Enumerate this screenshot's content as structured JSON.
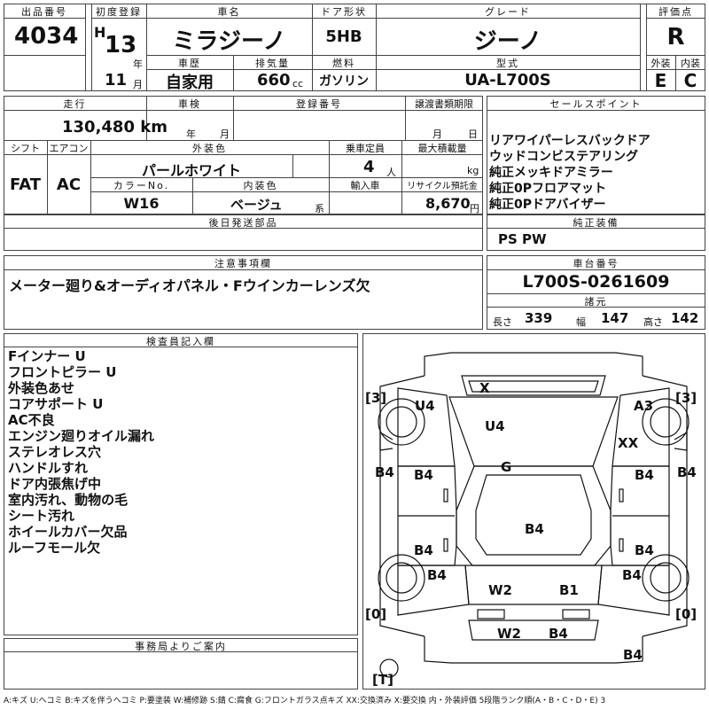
{
  "header": {
    "lot_label": "出品番号",
    "lot": "4034",
    "first_reg_label": "初度登録",
    "era": "H",
    "year": "13",
    "year_unit": "年",
    "month": "11",
    "month_unit": "月",
    "car_name_label": "車名",
    "car_name": "ミラジーノ",
    "door_label": "ドア形状",
    "door": "5HB",
    "grade_label": "グレード",
    "grade": "ジーノ",
    "score_label": "評価点",
    "score": "R",
    "history_label": "車歴",
    "history": "自家用",
    "displacement_label": "排気量",
    "displacement": "660",
    "displacement_unit": "cc",
    "fuel_label": "燃料",
    "fuel": "ガソリン",
    "model_label": "型式",
    "model": "UA-L700S",
    "exterior_label": "外装",
    "exterior": "E",
    "interior_label": "内装",
    "interior": "C"
  },
  "row2": {
    "mileage_label": "走行",
    "mileage": "130,480 km",
    "inspection_label": "車検",
    "year_unit": "年",
    "month_unit": "月",
    "reg_no_label": "登録番号",
    "transfer_label": "譲渡書類期限",
    "transfer_month": "月",
    "transfer_day": "日",
    "shift_label": "シフト",
    "shift": "FAT",
    "ac_label": "エアコン",
    "ac": "AC",
    "color_label": "外装色",
    "color": "パールホワイト",
    "capacity_label": "乗車定員",
    "capacity": "4",
    "capacity_unit": "人",
    "load_label": "最大積載量",
    "load_unit": "kg",
    "color_no_label": "カラーNo.",
    "color_no": "W16",
    "interior_color_label": "内装色",
    "interior_color": "ベージュ",
    "interior_color_unit": "系",
    "import_label": "輸入車",
    "recycle_label": "リサイクル預託金",
    "recycle": "8,670",
    "recycle_unit": "円"
  },
  "sales_points": {
    "label": "セールスポイント",
    "items": [
      "リアワイパーレスバックドア",
      "ウッドコンビステアリング",
      "純正メッキドアミラー",
      "純正0Pフロアマット",
      "純正0Pドアバイザー"
    ]
  },
  "later_parts": {
    "label": "後日発送部品",
    "value": ""
  },
  "genuine": {
    "label": "純正装備",
    "value": "PS PW"
  },
  "notes": {
    "label": "注意事項欄",
    "value": "メーター廻り&オーディオパネル・Fウインカーレンズ欠"
  },
  "chassis": {
    "label": "車台番号",
    "value": "L700S-0261609"
  },
  "dims": {
    "label": "諸元",
    "length_label": "長さ",
    "length": "339",
    "width_label": "幅",
    "width": "147",
    "height_label": "高さ",
    "height": "142"
  },
  "inspector": {
    "label": "検査員記入欄",
    "items": [
      "Fインナー U",
      "フロントピラー U",
      "外装色あせ",
      "コアサポート U",
      "AC不良",
      "エンジン廻りオイル漏れ",
      "ステレオレス穴",
      "ハンドルすれ",
      "ドア内張焦げ中",
      "室内汚れ、動物の毛",
      "シート汚れ",
      "ホイールカバー欠品",
      "ルーフモール欠"
    ]
  },
  "office": {
    "label": "事務局よりご案内",
    "value": ""
  },
  "diagram": {
    "front_left_num": "3",
    "front_right_num": "3",
    "rear_left_num": "0",
    "rear_right_num": "0",
    "tire_label": "T",
    "marks": {
      "x_windshield": "X",
      "u4_front_left": "U4",
      "a3_front_right": "A3",
      "u4_hood": "U4",
      "xx_right": "XX",
      "g_hood": "G",
      "b4_left_front_edge": "B4",
      "b4_left_front_door": "B4",
      "b4_right_front_edge": "B4",
      "b4_right_front_door": "B4",
      "b4_left_rear_door": "B4",
      "b4_roof": "B4",
      "b4_right_rear_door": "B4",
      "b4_left_rear": "B4",
      "b4_right_rear": "B4",
      "w2_back_left": "W2",
      "b1_back_right": "B1",
      "w2_bumper": "W2",
      "b4_bumper": "B4",
      "b4_bottom": "B4"
    }
  },
  "legend": "A:キズ U:ヘコミ B:キズを伴うヘコミ P:要塗装 W:補修跡 S:錆 C:腐食 G:フロントガラス点キズ XX:交換済み X:要交換 内・外装評価 5段階ランク順(A・B・C・D・E) 3"
}
